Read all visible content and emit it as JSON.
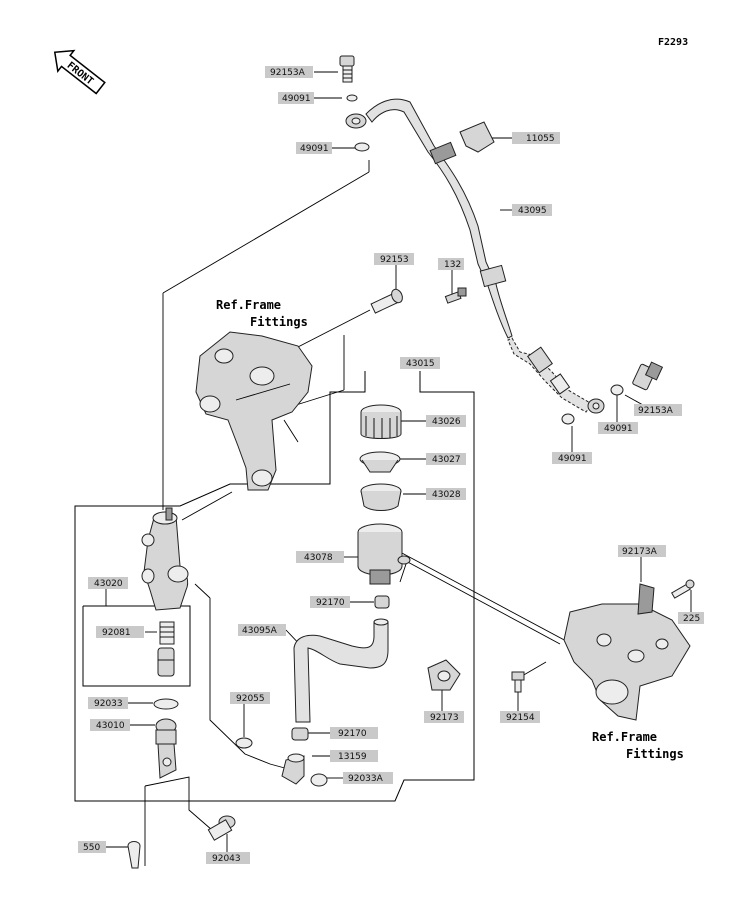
{
  "diagram_code": "F2293",
  "front_label": "FRONT",
  "ref_frame": [
    {
      "line1": "Ref.Frame",
      "line2": "Fittings"
    },
    {
      "line1": "Ref.Frame",
      "line2": "Fittings"
    }
  ],
  "labels": [
    {
      "id": "92153A",
      "text": "92153A"
    },
    {
      "id": "49091",
      "text": "49091"
    },
    {
      "id": "49091",
      "text": "49091"
    },
    {
      "id": "11055",
      "text": "11055"
    },
    {
      "id": "43095",
      "text": "43095"
    },
    {
      "id": "92153",
      "text": "92153"
    },
    {
      "id": "132",
      "text": "132"
    },
    {
      "id": "43015",
      "text": "43015"
    },
    {
      "id": "43026",
      "text": "43026"
    },
    {
      "id": "43027",
      "text": "43027"
    },
    {
      "id": "43028",
      "text": "43028"
    },
    {
      "id": "43078",
      "text": "43078"
    },
    {
      "id": "92170",
      "text": "92170"
    },
    {
      "id": "43095A",
      "text": "43095A"
    },
    {
      "id": "43020",
      "text": "43020"
    },
    {
      "id": "92081",
      "text": "92081"
    },
    {
      "id": "92033",
      "text": "92033"
    },
    {
      "id": "43010",
      "text": "43010"
    },
    {
      "id": "92055",
      "text": "92055"
    },
    {
      "id": "92170",
      "text": "92170"
    },
    {
      "id": "13159",
      "text": "13159"
    },
    {
      "id": "92033A",
      "text": "92033A"
    },
    {
      "id": "92173",
      "text": "92173"
    },
    {
      "id": "92154",
      "text": "92154"
    },
    {
      "id": "92173A",
      "text": "92173A"
    },
    {
      "id": "225",
      "text": "225"
    },
    {
      "id": "92153A",
      "text": "92153A"
    },
    {
      "id": "49091",
      "text": "49091"
    },
    {
      "id": "49091",
      "text": "49091"
    },
    {
      "id": "550",
      "text": "550"
    },
    {
      "id": "92043",
      "text": "92043"
    }
  ]
}
